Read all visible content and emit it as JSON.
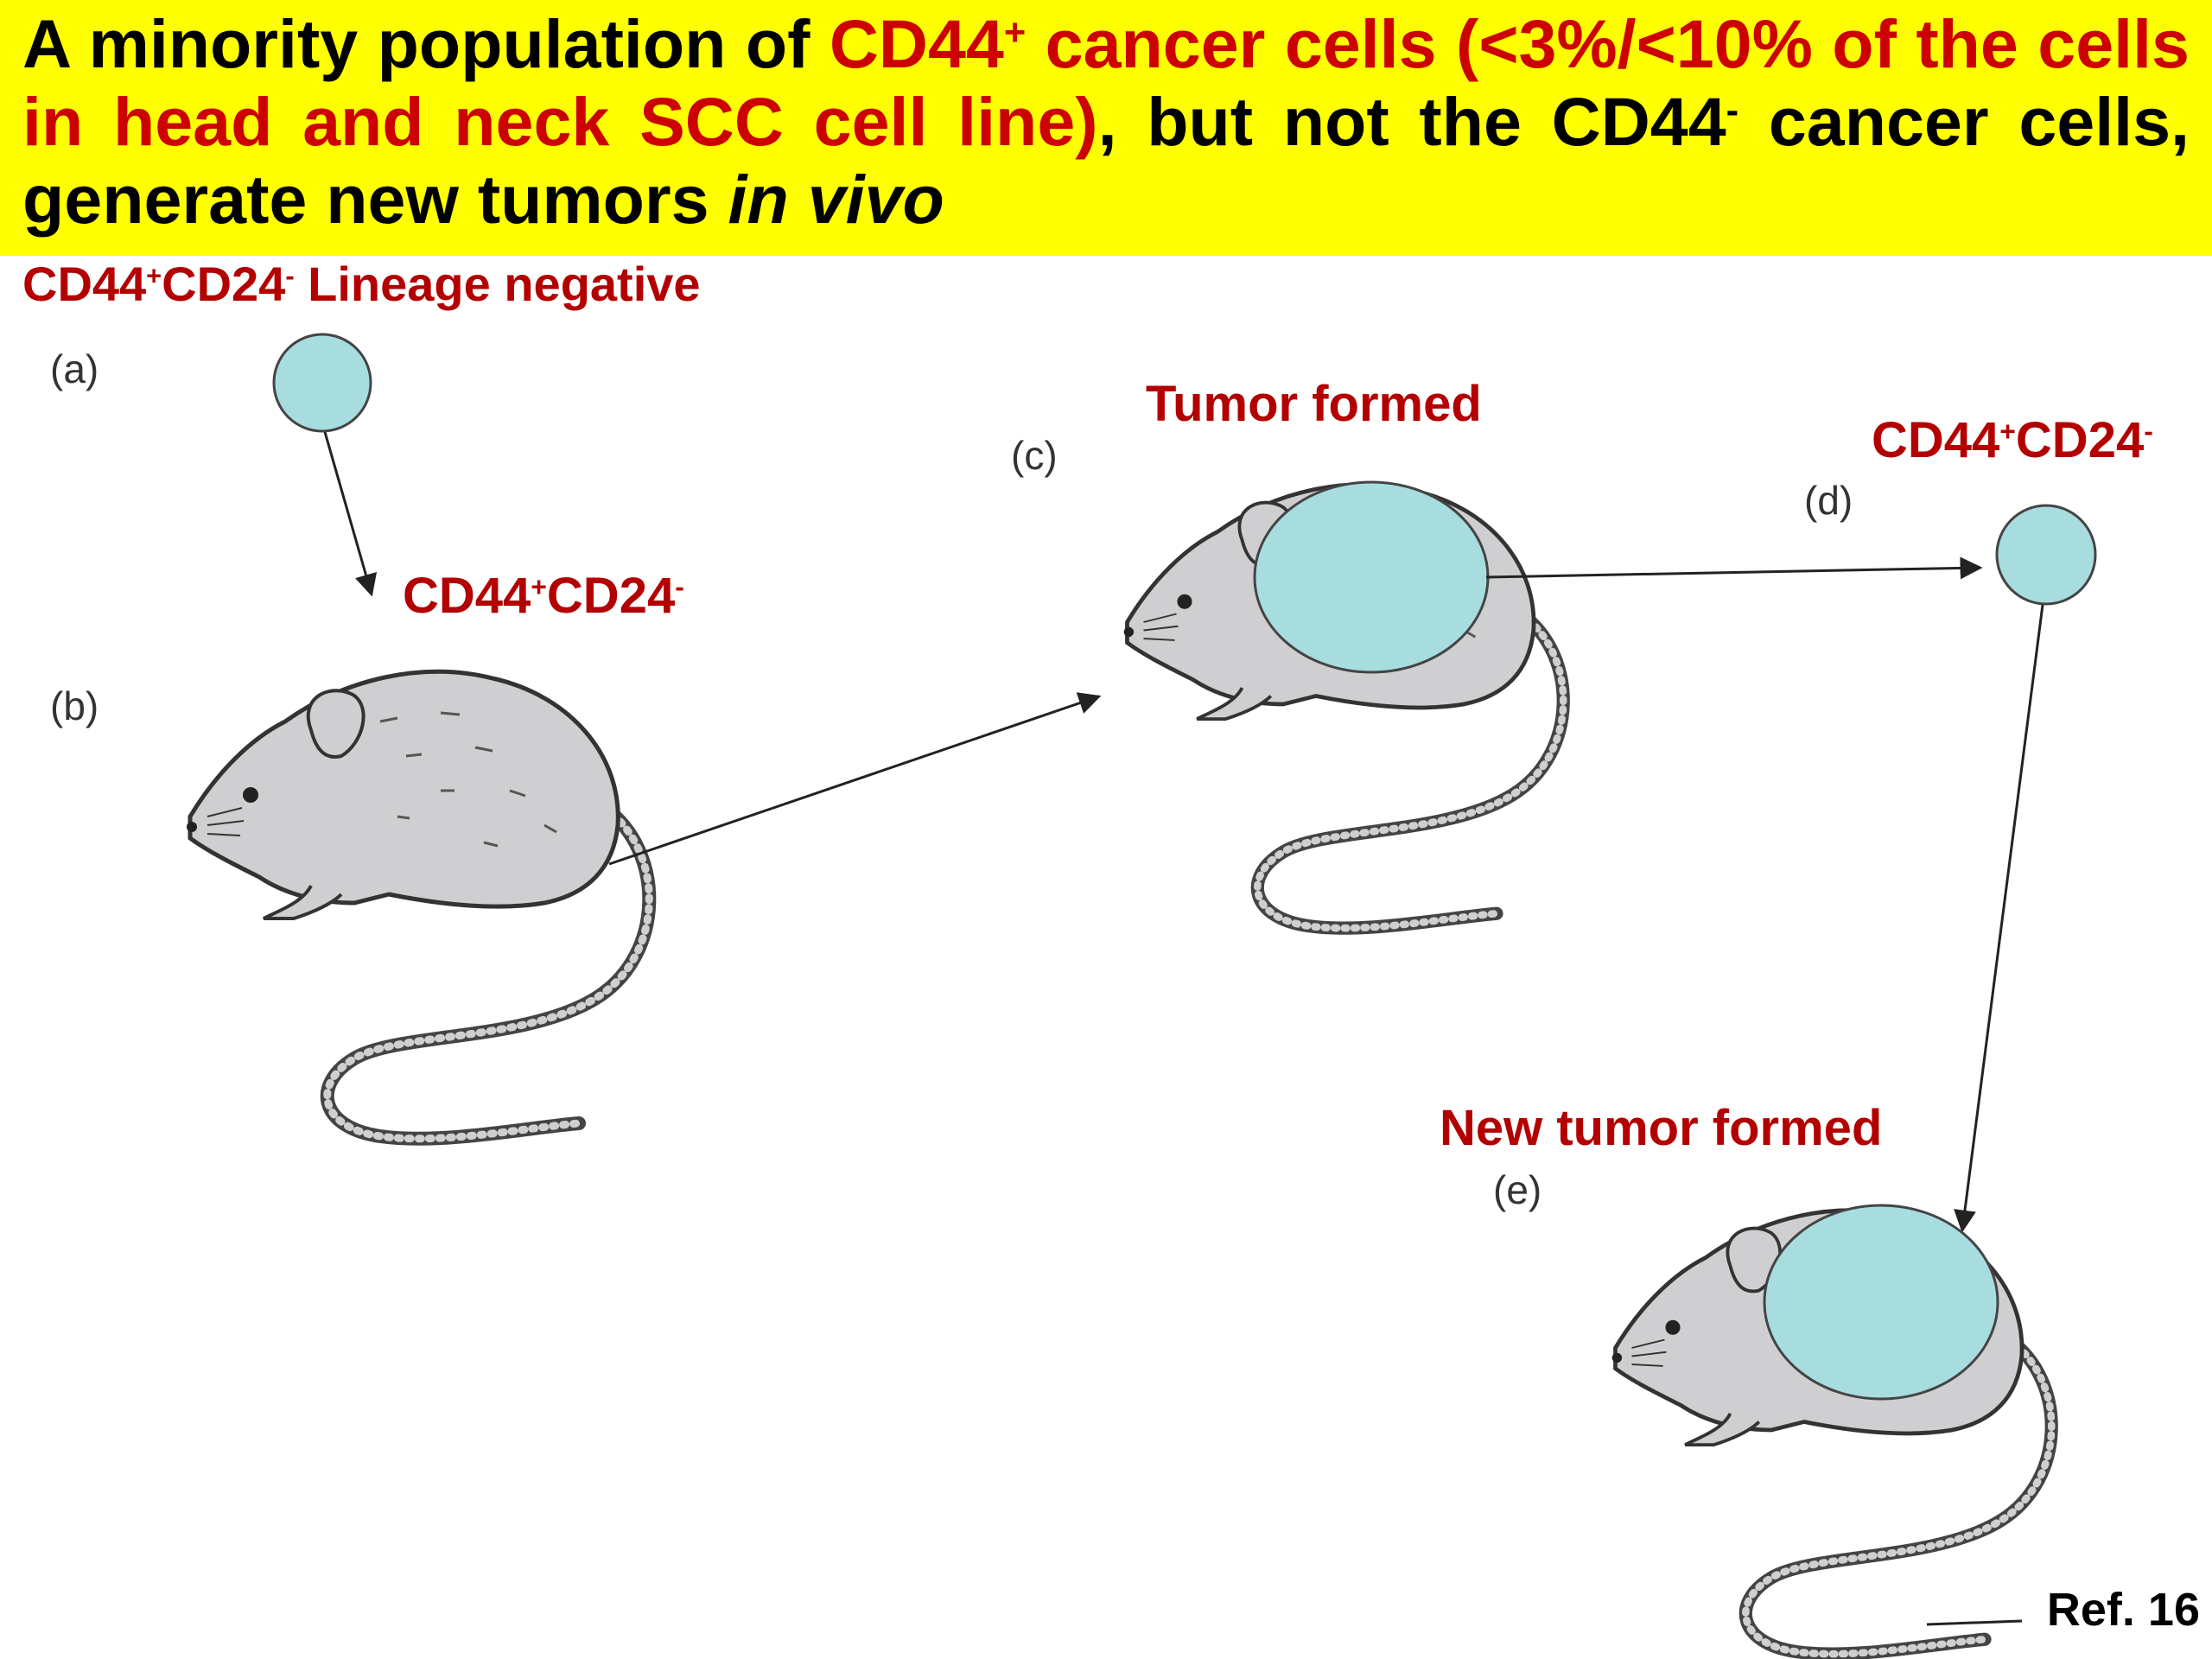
{
  "title": {
    "part1": "A minority population of ",
    "part2": "CD44",
    "part2_sup": "+",
    "part3": " cancer cells (<3%/<10% of the cells in  head and neck SCC cell line)",
    "part4": ", but not the CD44",
    "part4_sup": "-",
    "part5": " cancer cells, generate new tumors ",
    "part6": "in vivo"
  },
  "labels": {
    "lineage": {
      "a": "CD44",
      "a_sup": "+",
      "b": "CD24",
      "b_sup": "-",
      "rest": " Lineage negative"
    },
    "b_label": {
      "a": "CD44",
      "a_sup": "+",
      "b": "CD24",
      "b_sup": "-"
    },
    "tumor_formed": "Tumor formed",
    "d_label": {
      "a": "CD44",
      "a_sup": "+",
      "b": "CD24",
      "b_sup": "-"
    },
    "new_tumor": "New tumor formed"
  },
  "panels": {
    "a": "(a)",
    "b": "(b)",
    "c": "(c)",
    "d": "(d)",
    "e": "(e)"
  },
  "ref": "Ref. 16",
  "colors": {
    "band": "#ffff00",
    "accent_red": "#cc0000",
    "cell_fill": "#a8dde0",
    "mouse_fill": "#cfcfd2"
  }
}
